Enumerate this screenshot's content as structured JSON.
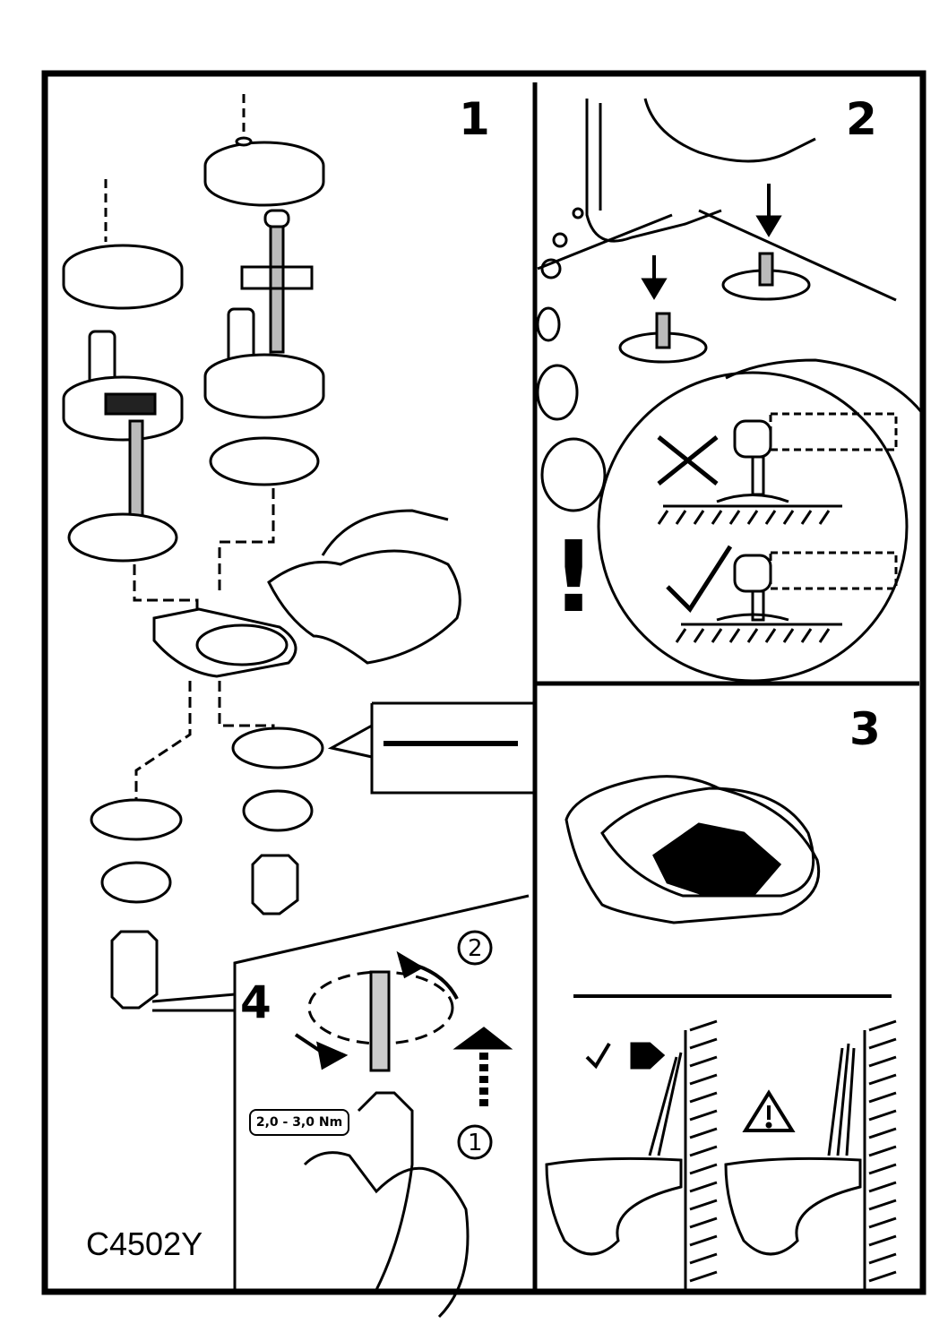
{
  "steps": {
    "s1": "1",
    "s2": "2",
    "s3": "3",
    "s4": "4"
  },
  "sub_steps": {
    "a": "1",
    "b": "2"
  },
  "torque_label": "2,0 - 3,0 Nm",
  "model_code": "C4502Y",
  "warning_mark": "!",
  "icons": [
    "cross-icon",
    "check-icon",
    "warning-triangle-icon",
    "rotate-arrows-icon",
    "down-arrow-icon"
  ]
}
